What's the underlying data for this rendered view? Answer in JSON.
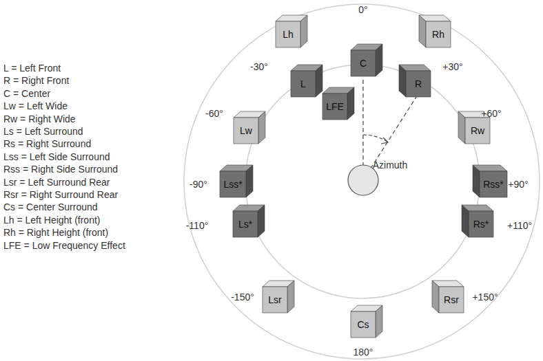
{
  "diagram": {
    "nodes": [
      {
        "text": [
          "Lh"
        ]
      },
      {
        "text": [
          "C"
        ]
      },
      {
        "text": [
          "Rh"
        ]
      },
      {
        "text": [
          "L"
        ]
      },
      {
        "text": [
          "R"
        ]
      },
      {
        "text": [
          "LFE"
        ]
      },
      {
        "text": [
          "Lw"
        ]
      },
      {
        "text": [
          "Rw"
        ]
      },
      {
        "text": [
          "Lss*"
        ]
      },
      {
        "text": [
          "Rss*"
        ]
      },
      {
        "text": [
          "Ls*"
        ]
      },
      {
        "text": [
          "Rs*"
        ]
      },
      {
        "text": [
          "Lsr"
        ]
      },
      {
        "text": [
          "Rsr"
        ]
      },
      {
        "text": [
          "Cs"
        ]
      }
    ],
    "labels": [
      "L = Left Front",
      "R = Right Front",
      "C = Center",
      "Lw = Left Wide",
      "Rw = Right Wide",
      "Ls = Left Surround",
      "Rs = Right Surround",
      "Lss = Left Side Surround",
      "Rss = Right Side Surround",
      "Lsr = Left Surround Rear",
      "Rsr = Right Surround Rear",
      "Cs = Center Surround",
      "Lh = Left Height (front)",
      "Rh = Right Height (front)",
      "LFE = Low Frequency Effect",
      "0°",
      "-30°",
      "+30°",
      "-60°",
      "+60°",
      "-90°",
      "+90°",
      "-110°",
      "+110°",
      "-150°",
      "+150°",
      "180°",
      "Azimuth"
    ]
  }
}
